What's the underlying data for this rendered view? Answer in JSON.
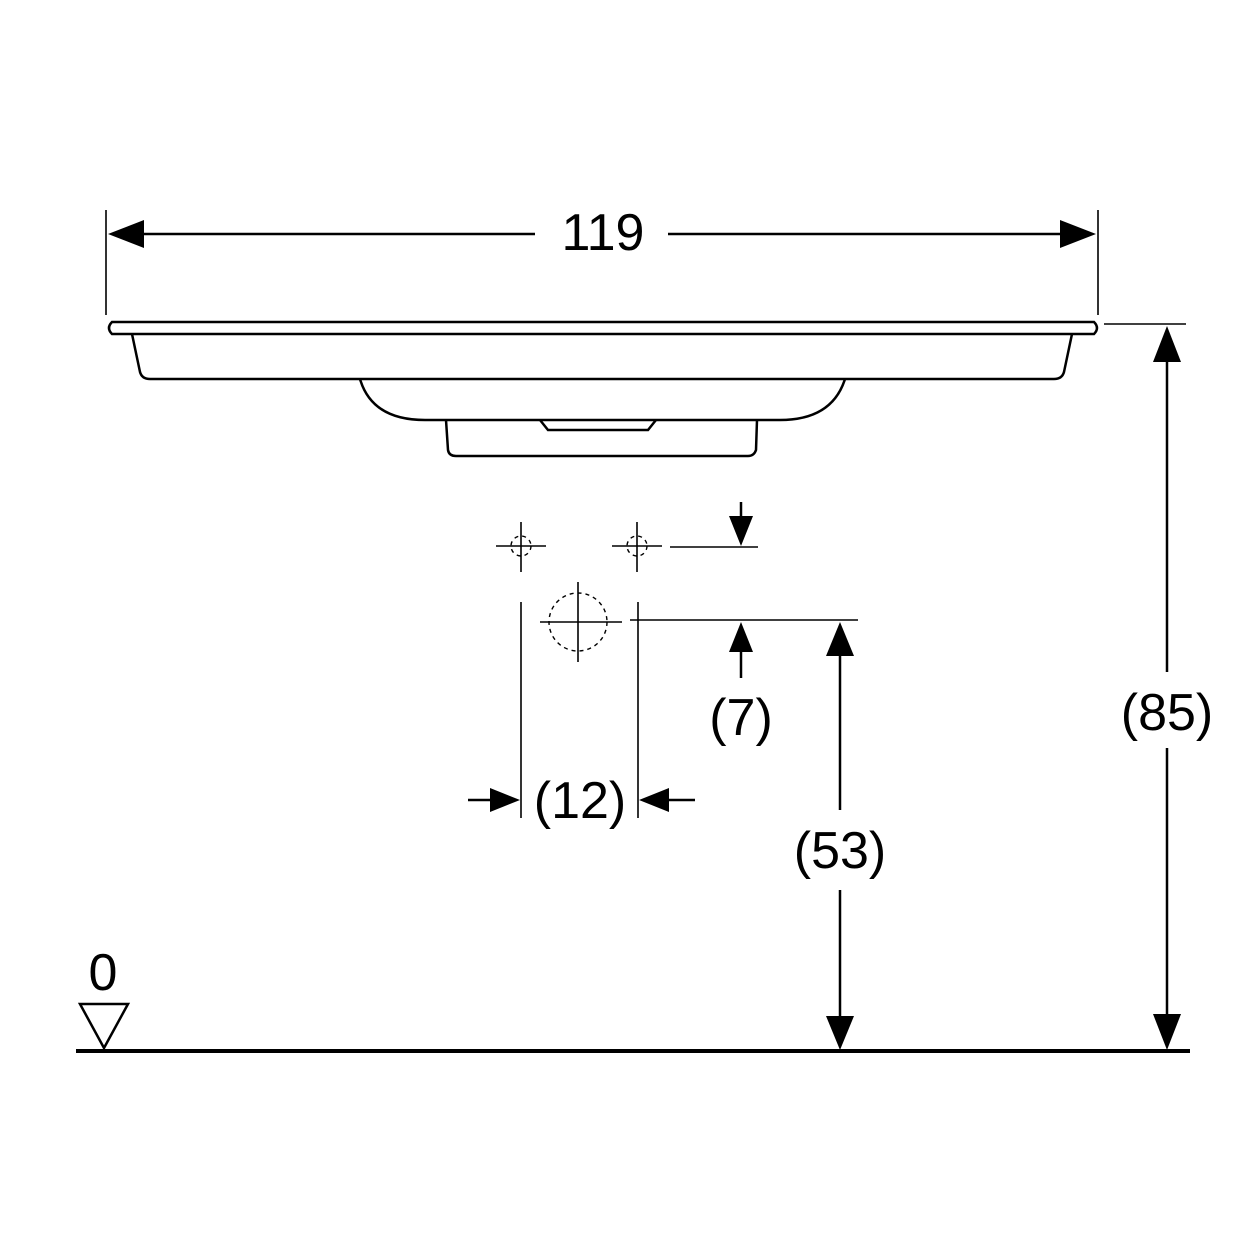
{
  "dimensions": {
    "overall_width": "119",
    "overall_height": "(85)",
    "outlet_height": "(53)",
    "tap_hole_offset": "(7)",
    "outlet_spacing": "(12)",
    "floor_level": "0"
  },
  "colors": {
    "line": "#000000",
    "background": "#ffffff"
  }
}
